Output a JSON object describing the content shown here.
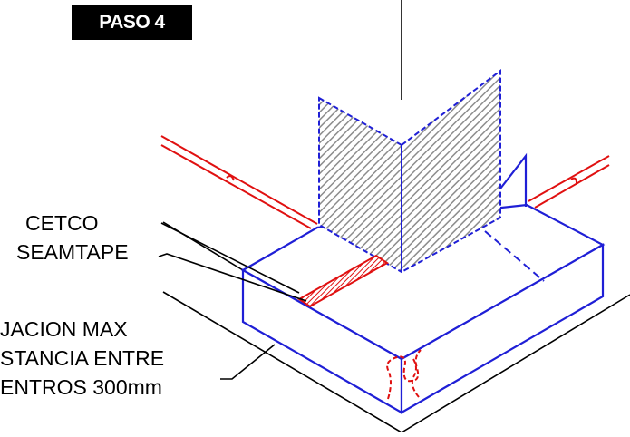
{
  "step_label": "PASO 4",
  "labels": {
    "product_line1": "CETCO",
    "product_line2": "SEAMTAPE",
    "fixing_line1": "JACION MAX",
    "fixing_line2": "STANCIA ENTRE",
    "fixing_line3": "ENTROS  300mm"
  },
  "colors": {
    "line": "#000000",
    "outline_blue": "#1f1fd6",
    "membrane_red": "#e01010",
    "hatch_grey": "#8c8c8c",
    "badge_bg": "#000000",
    "badge_text": "#ffffff"
  }
}
